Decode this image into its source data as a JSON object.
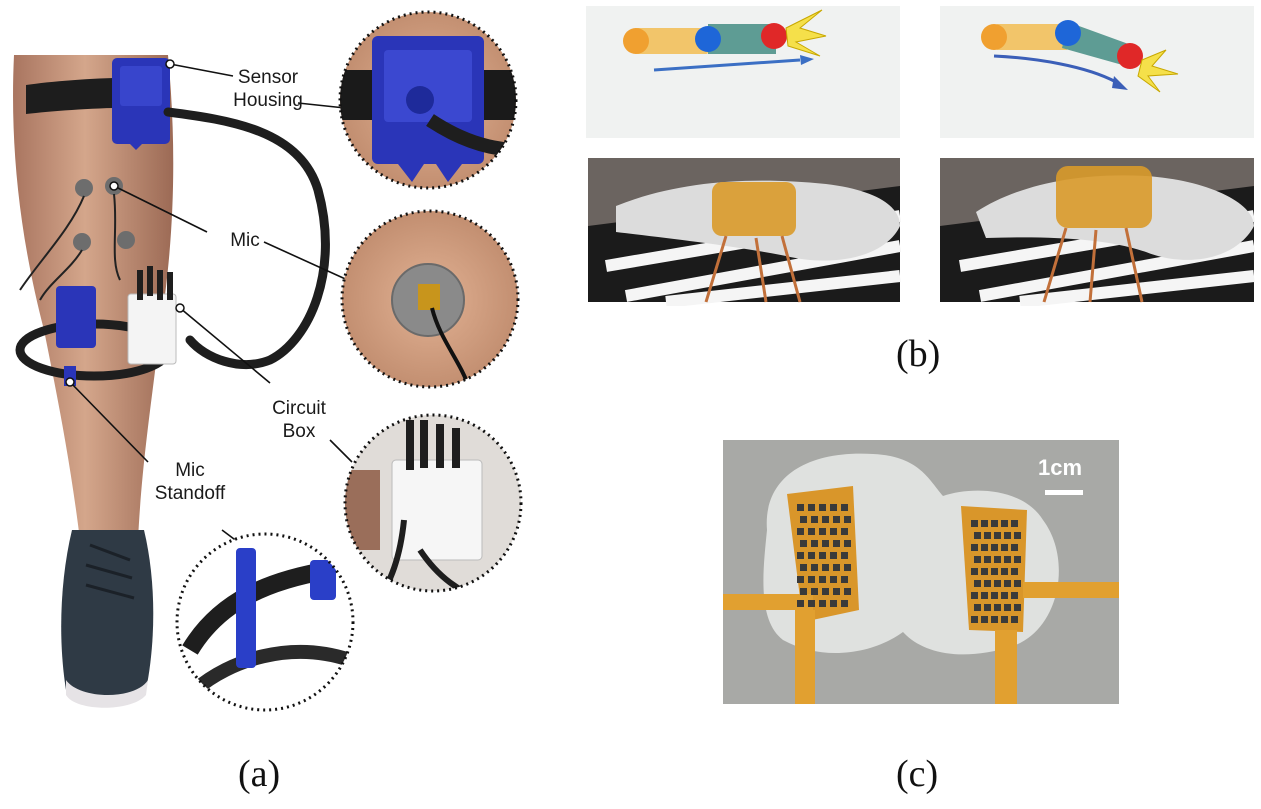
{
  "panel_a": {
    "callouts": {
      "sensor_housing": [
        "Sensor",
        "Housing"
      ],
      "mic": "Mic",
      "circuit_box": [
        "Circuit",
        "Box"
      ],
      "mic_standoff": [
        "Mic",
        "Standoff"
      ]
    },
    "caption": "(a)"
  },
  "panel_b": {
    "caption": "(b)"
  },
  "panel_c": {
    "scale_label": "1cm",
    "caption": "(c)"
  },
  "colors": {
    "sensor_blue": "#2a35b8",
    "skin": "#c99a7f",
    "cable": "#1e1e1e",
    "kapton": "#d99a2a",
    "joint_orange": "#f0a030",
    "joint_blue": "#1e66d8",
    "joint_red": "#e02828",
    "arrow_blue": "#3b6fc4"
  }
}
